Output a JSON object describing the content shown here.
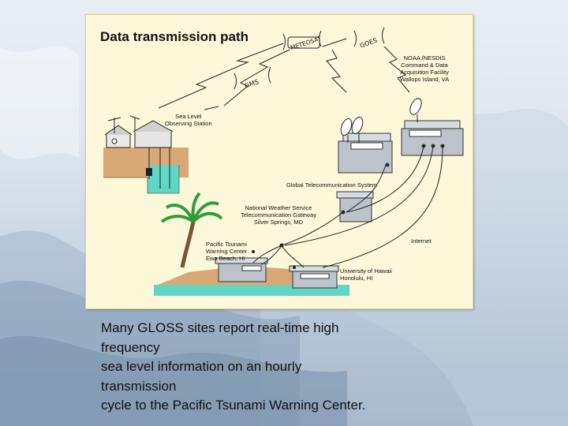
{
  "slide": {
    "title": "Data transmission path",
    "caption_lines": [
      "Many GLOSS sites report real-time high",
      "frequency",
      "sea level information on an hourly",
      "transmission",
      "cycle to the Pacific Tsunami Warning Center."
    ]
  },
  "diagram": {
    "satellites": {
      "meteosat": "METEOSAT",
      "goes": "GOES",
      "gms": "GMS"
    },
    "sites": {
      "noaa": [
        "NOAA /NESDIS",
        "Command & Data",
        "Acquisition Facility",
        "Wallops Island, VA"
      ],
      "sea_level": [
        "Sea Level",
        "Observing Station"
      ],
      "gts": [
        "Global Telecommunication System"
      ],
      "nws": [
        "National Weather Service",
        "Telecommunication Gateway",
        "Silver Springs, MD"
      ],
      "ptwc": [
        "Pacific Tsunami",
        "Warning Center",
        "Ewa Beach, HI"
      ],
      "internet": [
        "Internet"
      ],
      "uh": [
        "University of Hawaii",
        "Honolulu, HI"
      ]
    }
  },
  "colors": {
    "panel_bg": "#fdf8d9",
    "water": "#5fd7c4",
    "sand": "#d8a877",
    "building": "#bcc3cb"
  }
}
